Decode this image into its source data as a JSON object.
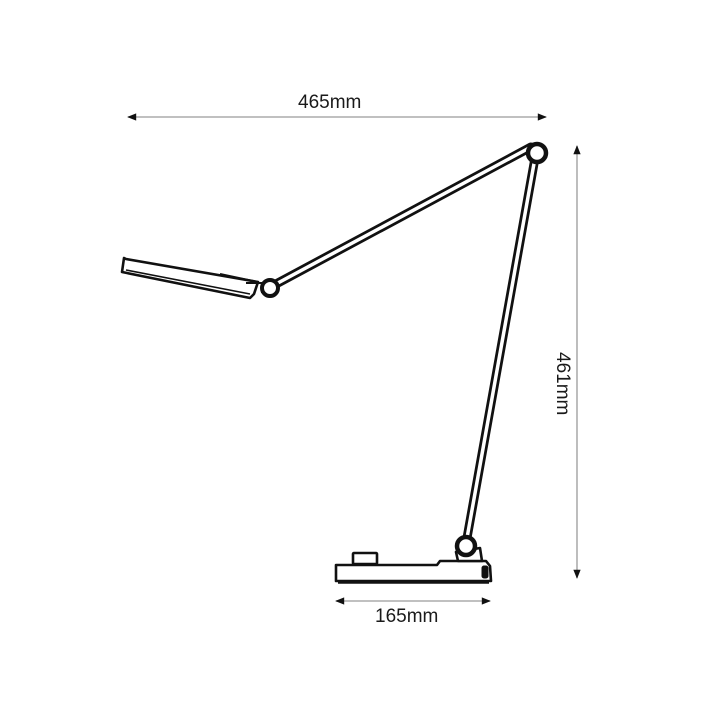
{
  "diagram": {
    "subject": "desk lamp dimension drawing",
    "dimensions": {
      "width": {
        "label": "465mm",
        "value": 465,
        "unit": "mm"
      },
      "height": {
        "label": "461mm",
        "value": 461,
        "unit": "mm"
      },
      "base_width": {
        "label": "165mm",
        "value": 165,
        "unit": "mm"
      }
    },
    "colors": {
      "line": "#111111",
      "dimension_line": "#9a9a9a",
      "arrow": "#111111",
      "background": "#ffffff"
    },
    "parts": [
      "lamp head",
      "upper arm",
      "top joint",
      "lower arm",
      "base joint",
      "base",
      "base button"
    ]
  }
}
